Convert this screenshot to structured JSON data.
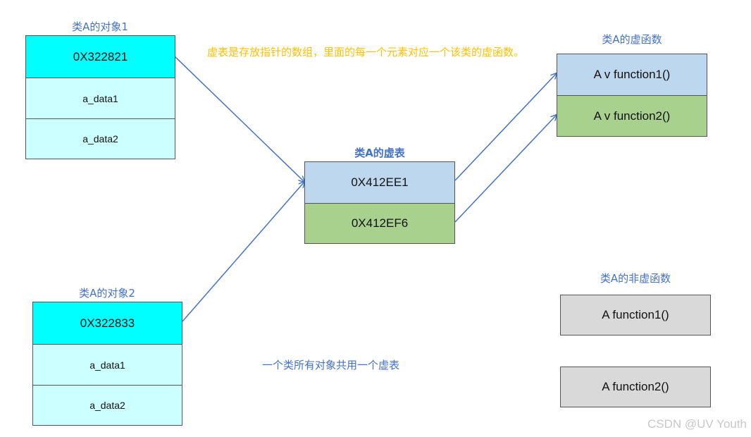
{
  "colors": {
    "cyan_header": "#00ffff",
    "cyan_light": "#ccffff",
    "blue_light": "#bdd7ee",
    "green": "#a9d18e",
    "gray": "#d9d9d9",
    "title_blue": "#4472c4",
    "note_gold": "#ffc000",
    "arrow": "#4472c4"
  },
  "object1": {
    "title": "类A的对象1",
    "vptr": "0X322821",
    "field1": "a_data1",
    "field2": "a_data2"
  },
  "object2": {
    "title": "类A的对象2",
    "vptr": "0X322833",
    "field1": "a_data1",
    "field2": "a_data2"
  },
  "vtable": {
    "title": "类A的虚表",
    "entry1": "0X412EE1",
    "entry2": "0X412EF6"
  },
  "virtual_functions": {
    "title": "类A的虚函数",
    "func1": "A v function1()",
    "func2": "A v function2()"
  },
  "nonvirtual_functions": {
    "title": "类A的非虚函数",
    "func1": "A function1()",
    "func2": "A function2()"
  },
  "notes": {
    "vtable_desc": "虚表是存放指针的数组，里面的每一个元素对应一个该类的虚函数。",
    "shared_desc": "一个类所有对象共用一个虚表"
  },
  "watermark": "CSDN @UV Youth"
}
